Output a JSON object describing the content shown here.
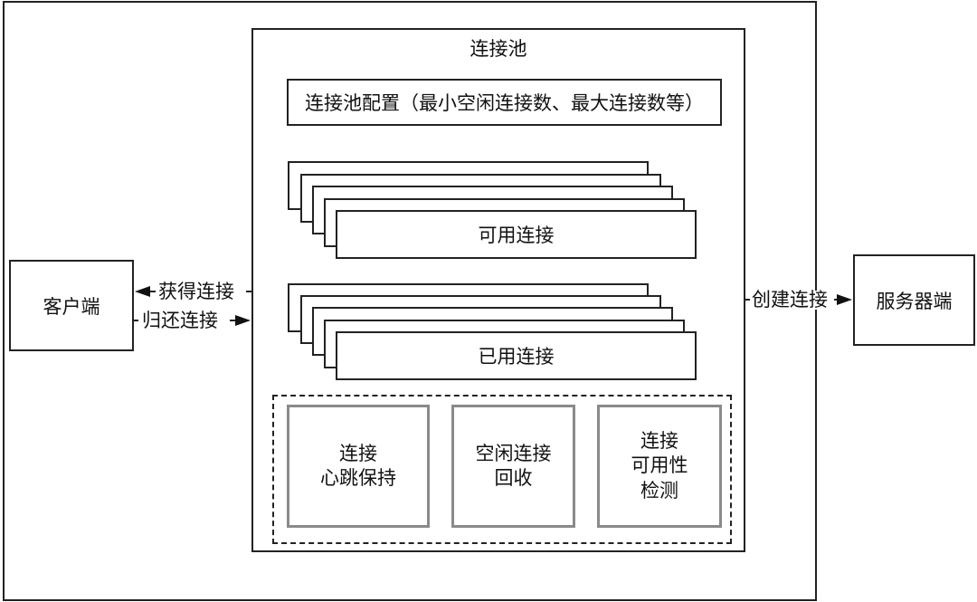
{
  "client": {
    "label": "客户端"
  },
  "server": {
    "label": "服务器端"
  },
  "pool": {
    "title": "连接池",
    "config_label": "连接池配置（最小空闲连接数、最大连接数等）",
    "available_label": "可用连接",
    "used_label": "已用连接",
    "features": [
      {
        "line1": "连接",
        "line2": "心跳保持"
      },
      {
        "line1": "空闲连接",
        "line2": "回收"
      },
      {
        "line1": "连接",
        "line2": "可用性",
        "line3": "检测"
      }
    ]
  },
  "arrows": {
    "acquire": "获得连接",
    "release": "归还连接",
    "create": "创建连接"
  }
}
